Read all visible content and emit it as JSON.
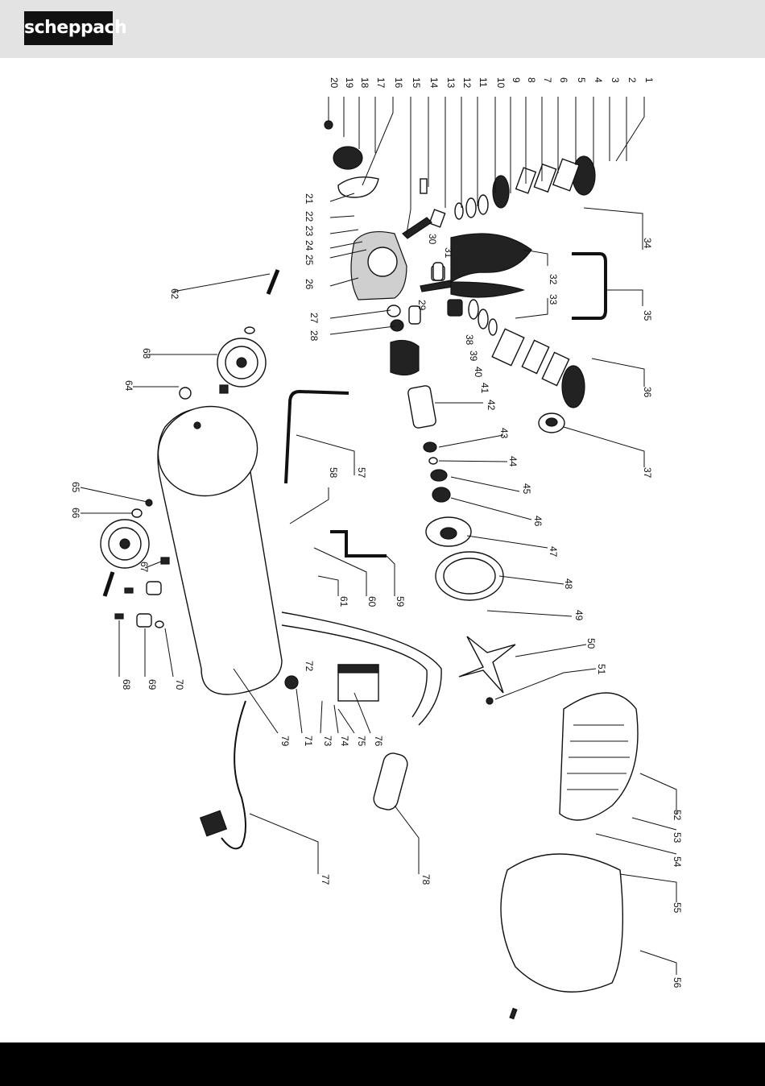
{
  "brand": {
    "name": "scheppach"
  },
  "parts": [
    "1",
    "2",
    "3",
    "4",
    "5",
    "6",
    "7",
    "8",
    "9",
    "10",
    "11",
    "12",
    "13",
    "14",
    "15",
    "16",
    "17",
    "18",
    "19",
    "20",
    "21",
    "22",
    "23",
    "24",
    "25",
    "26",
    "27",
    "28",
    "29",
    "30",
    "31",
    "32",
    "33",
    "34",
    "35",
    "36",
    "37",
    "38",
    "39",
    "40",
    "41",
    "42",
    "43",
    "44",
    "45",
    "46",
    "47",
    "48",
    "49",
    "50",
    "51",
    "52",
    "53",
    "54",
    "55",
    "56",
    "57",
    "58",
    "59",
    "60",
    "61",
    "62",
    "63",
    "64",
    "65",
    "66",
    "67",
    "68",
    "69",
    "70",
    "71",
    "72",
    "73",
    "74",
    "75",
    "76",
    "77",
    "78",
    "79"
  ]
}
